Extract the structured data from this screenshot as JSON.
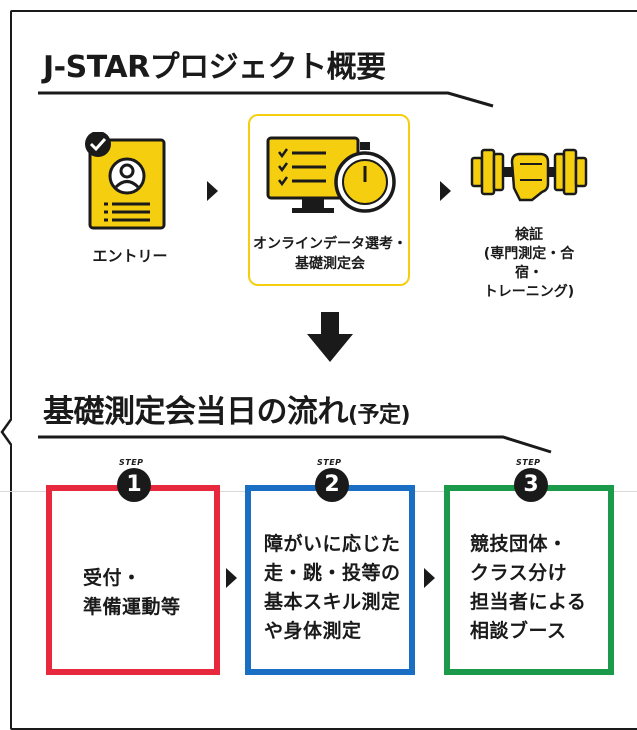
{
  "overview": {
    "title": "J-STARプロジェクト概要",
    "steps": [
      {
        "label": "エントリー",
        "icon": "document-person-icon"
      },
      {
        "label": "オンラインデータ選考・\n基礎測定会",
        "icon": "monitor-stopwatch-icon"
      },
      {
        "label": "検証\n(専門測定・合宿・\nトレーニング)",
        "icon": "dumbbell-icon"
      }
    ]
  },
  "flow": {
    "title": "基礎測定会当日の流れ",
    "title_suffix": "(予定)",
    "step_word": "STEP",
    "steps": [
      {
        "number": "1",
        "text": "受付・\n準備運動等",
        "color": "#e8283c"
      },
      {
        "number": "2",
        "text": "障がいに応じた\n走・跳・投等の\n基本スキル測定\nや身体測定",
        "color": "#1a6fc4"
      },
      {
        "number": "3",
        "text": "競技団体・\nクラス分け\n担当者による\n相談ブース",
        "color": "#1a9a4a"
      }
    ]
  },
  "colors": {
    "accent_yellow": "#f5cf0f",
    "dark": "#1a1a1a"
  }
}
